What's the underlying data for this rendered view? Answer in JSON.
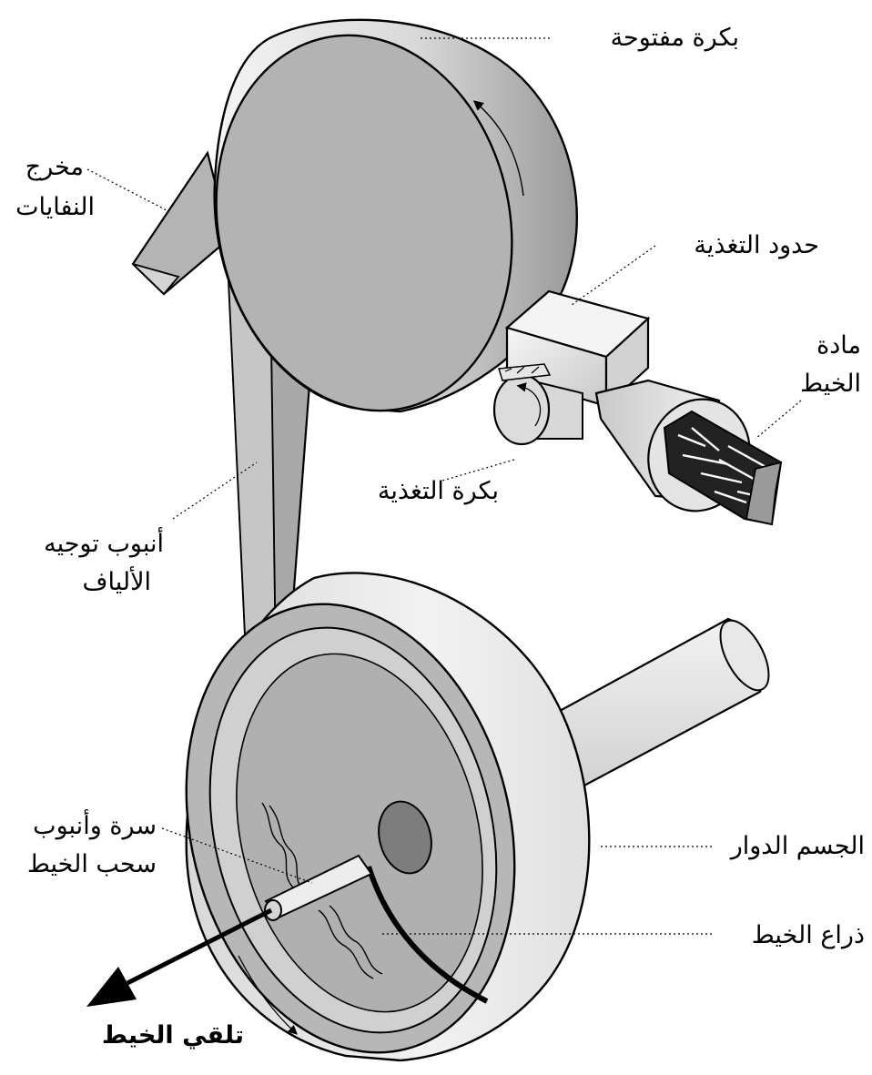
{
  "labels": {
    "opening_roller": "بكرة مفتوحة",
    "trash_exit_line1": "مخرج",
    "trash_exit_line2": "النفايات",
    "feed_limits": "حدود التغذية",
    "yarn_material_line1": "مادة",
    "yarn_material_line2": "الخيط",
    "feed_roller": "بكرة التغذية",
    "fiber_guide_line1": "أنبوب توجيه",
    "fiber_guide_line2": "الألياف",
    "rotor_body": "الجسم الدوار",
    "navel_line1": "سرة وأنبوب",
    "navel_line2": "سحب الخيط",
    "yarn_arm": "ذراع الخيط",
    "yarn_takeup": "تلقي الخيط"
  },
  "colors": {
    "body_gray": "#b8b8b8",
    "light_gray": "#e6e6e6",
    "dark_gray": "#808080",
    "outline": "#000000"
  }
}
